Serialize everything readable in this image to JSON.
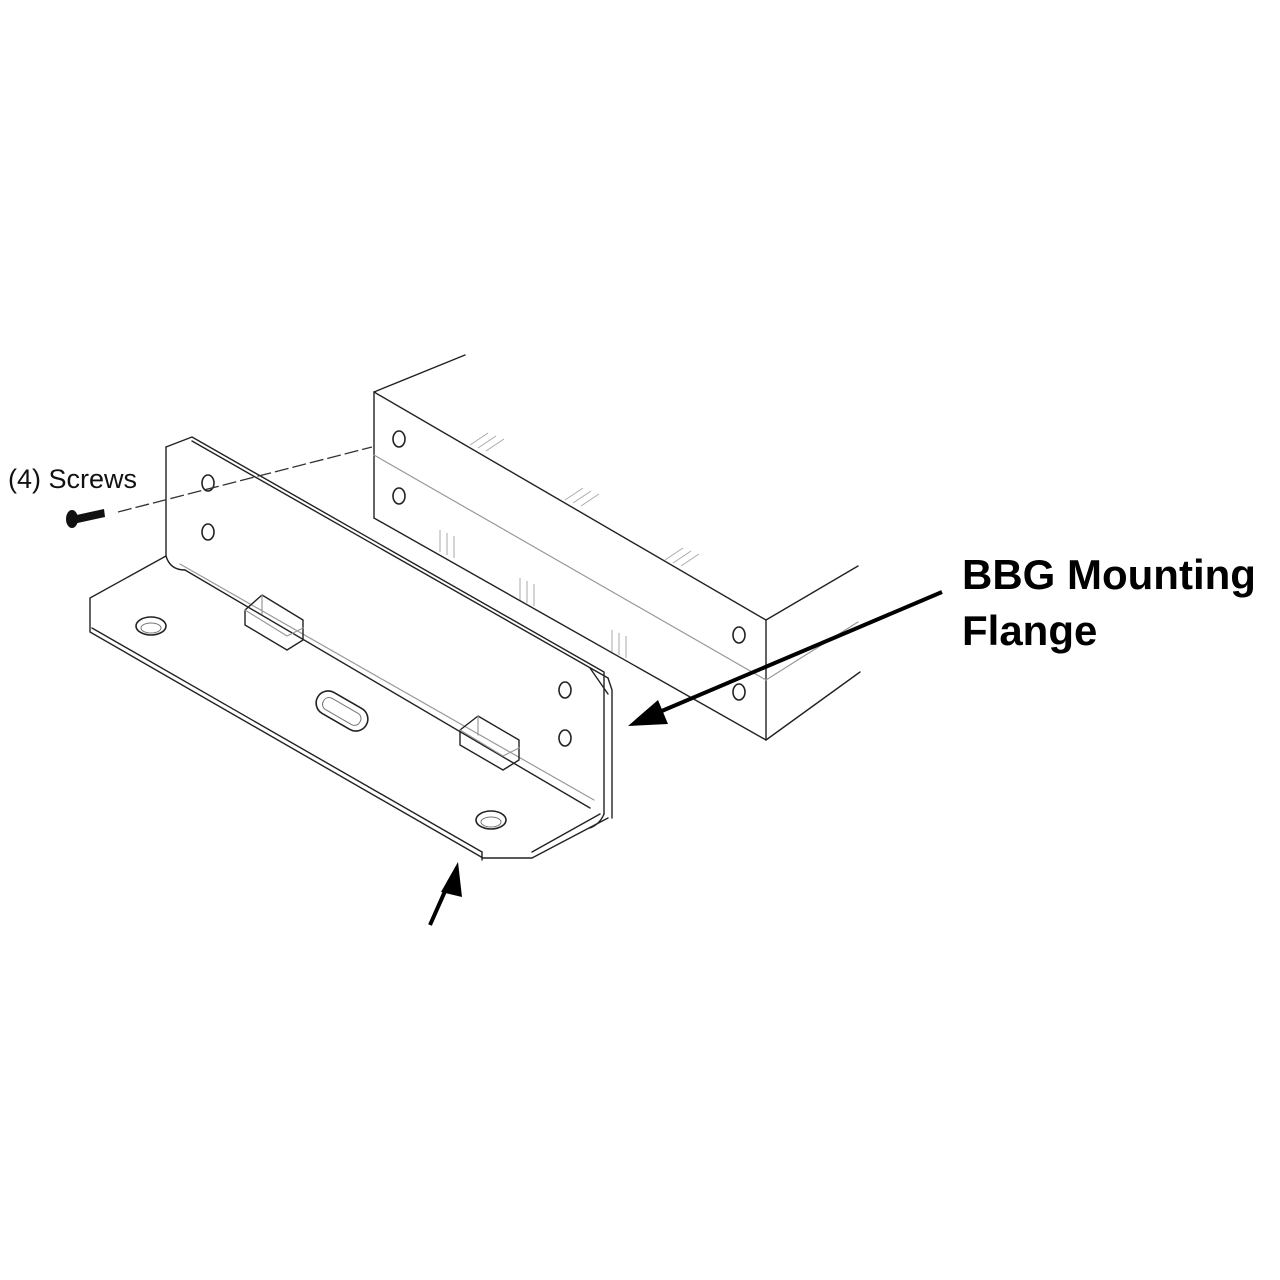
{
  "labels": {
    "screws": "(4) Screws",
    "flange_line1": "BBG Mounting",
    "flange_line2": "Flange"
  },
  "icons": [
    "screw-icon",
    "callout-arrow"
  ]
}
